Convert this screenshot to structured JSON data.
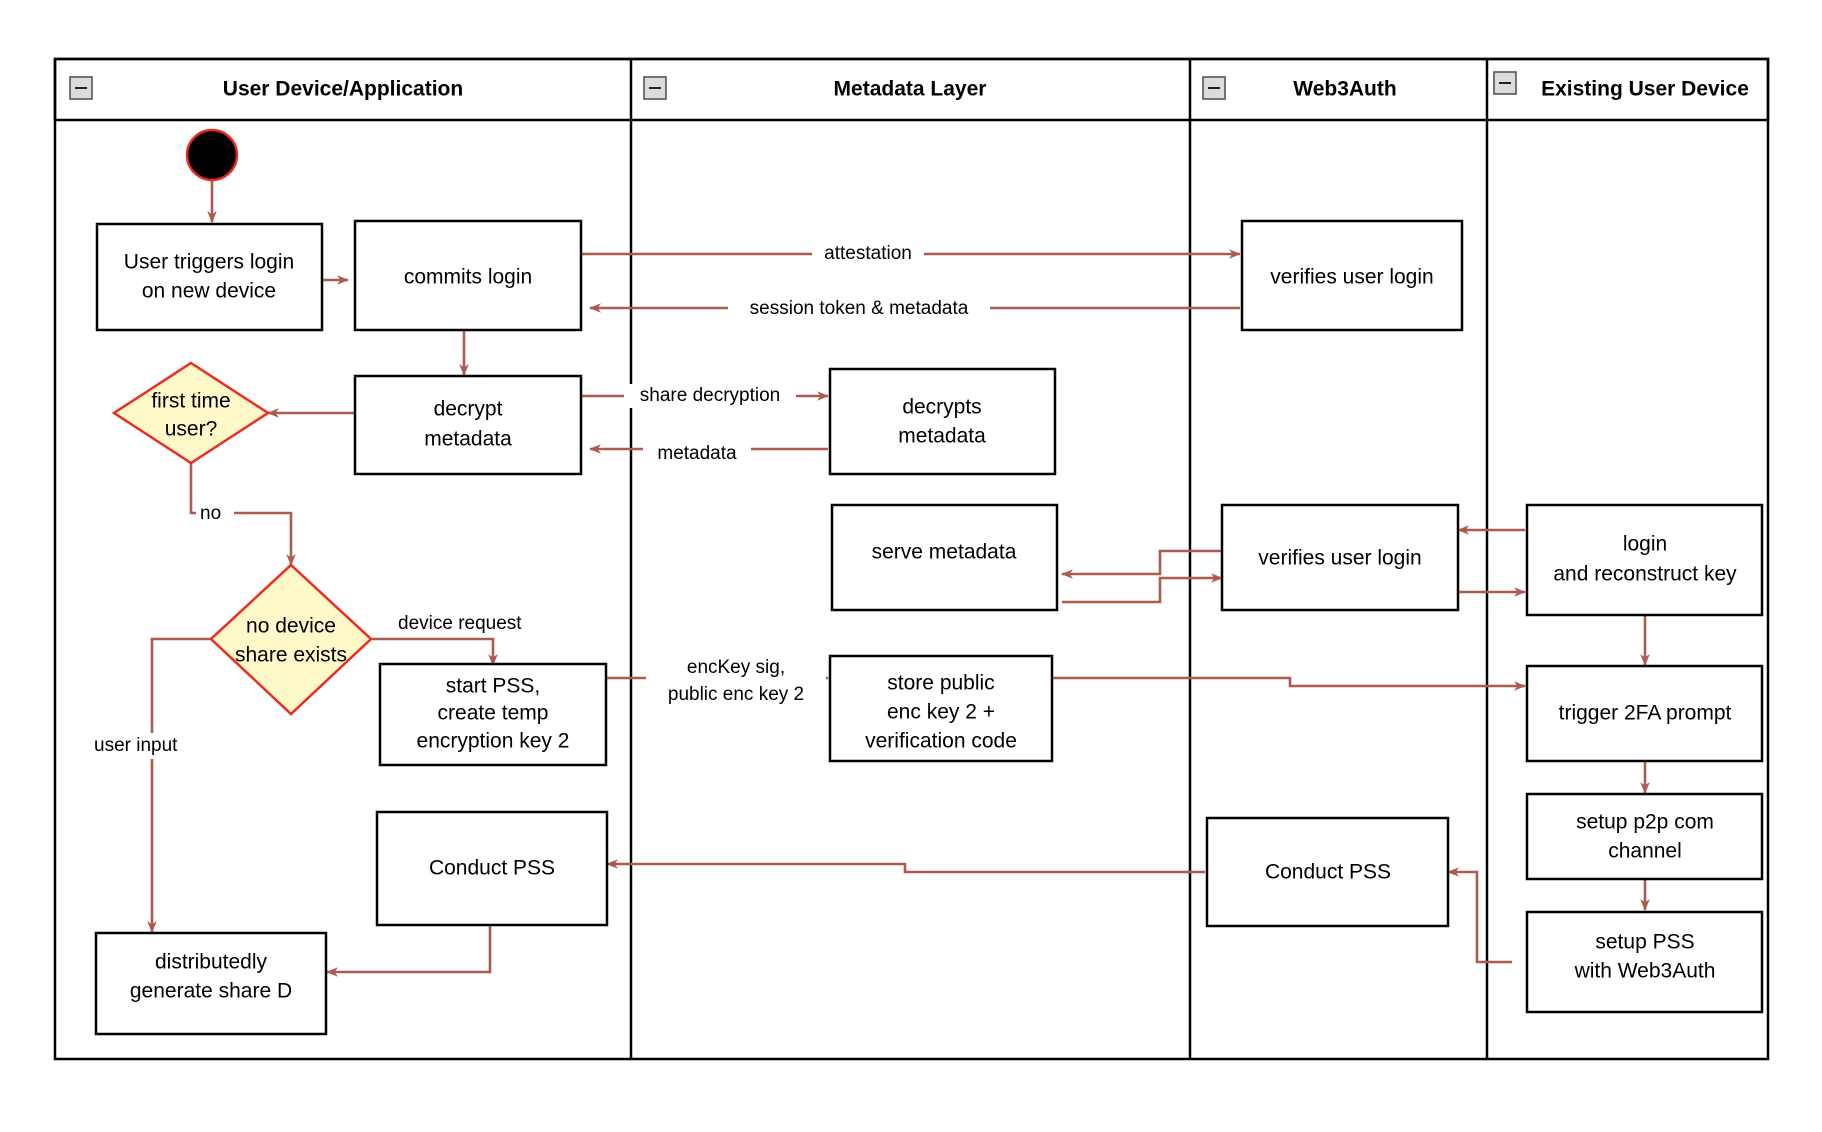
{
  "diagram": {
    "type": "uml-activity-swimlane",
    "title": "Web3Auth new device login / PSS flow",
    "colors": {
      "edge": "#AE5A51",
      "decision_fill": "#FFF9C9",
      "decision_stroke": "#EE2A21",
      "node_stroke": "#000000",
      "node_fill": "#ffffff",
      "lane_stroke": "#000000",
      "start_fill": "#000000"
    },
    "lanes": [
      {
        "id": "lane-user-device",
        "label": "User Device/Application",
        "collapse_icon": "minus-box-icon"
      },
      {
        "id": "lane-metadata",
        "label": "Metadata Layer",
        "collapse_icon": "minus-box-icon"
      },
      {
        "id": "lane-web3auth",
        "label": "Web3Auth",
        "collapse_icon": "minus-box-icon"
      },
      {
        "id": "lane-existing-device",
        "label": "Existing User Device",
        "collapse_icon": "minus-box-icon"
      }
    ],
    "nodes": [
      {
        "id": "start",
        "lane": "lane-user-device",
        "shape": "initial-node",
        "label": ""
      },
      {
        "id": "user-triggers-login",
        "lane": "lane-user-device",
        "shape": "activity",
        "lines": [
          "User triggers login",
          "on new device"
        ]
      },
      {
        "id": "commits-login",
        "lane": "lane-user-device",
        "shape": "activity",
        "lines": [
          "commits login"
        ]
      },
      {
        "id": "first-time-user",
        "lane": "lane-user-device",
        "shape": "decision",
        "lines": [
          "first time",
          "user?"
        ]
      },
      {
        "id": "decrypt-metadata",
        "lane": "lane-user-device",
        "shape": "activity",
        "lines": [
          "decrypt",
          "metadata"
        ]
      },
      {
        "id": "no-device-share-exists",
        "lane": "lane-user-device",
        "shape": "decision",
        "lines": [
          "no device",
          "share exists"
        ]
      },
      {
        "id": "start-pss",
        "lane": "lane-user-device",
        "shape": "activity",
        "lines": [
          "start PSS,",
          "create temp",
          "encryption key 2"
        ]
      },
      {
        "id": "conduct-pss-user",
        "lane": "lane-user-device",
        "shape": "activity",
        "lines": [
          "Conduct PSS"
        ]
      },
      {
        "id": "distributedly-generate-share-d",
        "lane": "lane-user-device",
        "shape": "activity",
        "lines": [
          "distributedly",
          "generate share D"
        ]
      },
      {
        "id": "decrypts-metadata",
        "lane": "lane-metadata",
        "shape": "activity",
        "lines": [
          "decrypts",
          "metadata"
        ]
      },
      {
        "id": "serve-metadata",
        "lane": "lane-metadata",
        "shape": "activity",
        "lines": [
          "serve metadata"
        ]
      },
      {
        "id": "store-public-enc-key-2",
        "lane": "lane-metadata",
        "shape": "activity",
        "lines": [
          "store public",
          "enc key 2 +",
          "verification code"
        ]
      },
      {
        "id": "verifies-user-login-1",
        "lane": "lane-web3auth",
        "shape": "activity",
        "lines": [
          "verifies user login"
        ]
      },
      {
        "id": "verifies-user-login-2",
        "lane": "lane-web3auth",
        "shape": "activity",
        "lines": [
          "verifies user login"
        ]
      },
      {
        "id": "conduct-pss-web3auth",
        "lane": "lane-web3auth",
        "shape": "activity",
        "lines": [
          "Conduct PSS"
        ]
      },
      {
        "id": "login-and-reconstruct-key",
        "lane": "lane-existing-device",
        "shape": "activity",
        "lines": [
          "login",
          "and reconstruct key"
        ]
      },
      {
        "id": "trigger-2fa-prompt",
        "lane": "lane-existing-device",
        "shape": "activity",
        "lines": [
          "trigger 2FA prompt"
        ]
      },
      {
        "id": "setup-p2p-com-channel",
        "lane": "lane-existing-device",
        "shape": "activity",
        "lines": [
          "setup p2p com",
          "channel"
        ]
      },
      {
        "id": "setup-pss-with-web3auth",
        "lane": "lane-existing-device",
        "shape": "activity",
        "lines": [
          "setup PSS",
          "with Web3Auth"
        ]
      }
    ],
    "edge_labels": [
      {
        "id": "attestation",
        "text": "attestation"
      },
      {
        "id": "session-token-metadata",
        "text": "session token & metadata"
      },
      {
        "id": "share-decryption",
        "text": "share decryption"
      },
      {
        "id": "metadata",
        "text": "metadata"
      },
      {
        "id": "no",
        "text": "no"
      },
      {
        "id": "device-request",
        "text": "device request"
      },
      {
        "id": "user-input",
        "text": "user input"
      },
      {
        "id": "enckey-sig-line1",
        "text": "encKey sig,"
      },
      {
        "id": "enckey-sig-line2",
        "text": "public enc key 2"
      }
    ]
  }
}
